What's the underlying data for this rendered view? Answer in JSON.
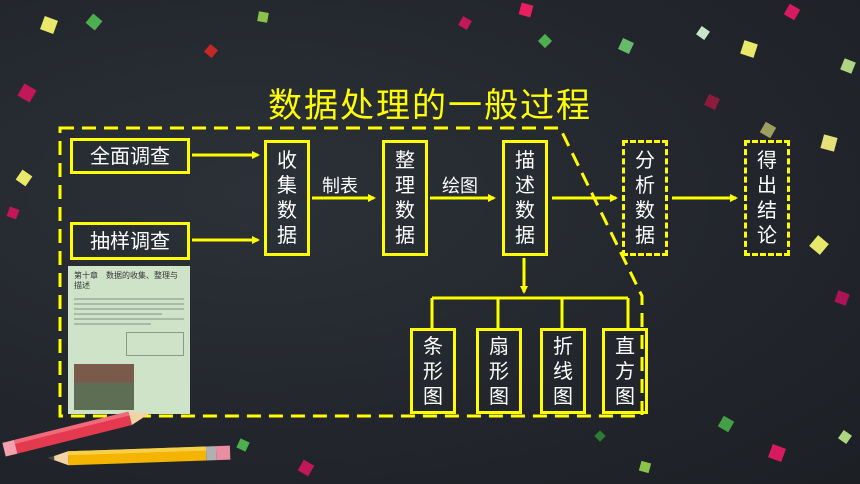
{
  "title": "数据处理的一般过程",
  "nodes": {
    "full_survey": "全面调查",
    "sample_survey": "抽样调查",
    "collect": "收集数据",
    "organize": "整理数据",
    "describe": "描述数据",
    "analyze": "分析数据",
    "conclude": "得出结论"
  },
  "edges": {
    "tabulate": "制表",
    "draw": "绘图"
  },
  "charts": {
    "bar": "条形图",
    "pie": "扇形图",
    "line": "折线图",
    "histogram": "直方图"
  },
  "book": {
    "heading": "第十章　数据的收集、整理与描述"
  },
  "colors": {
    "accent": "#ffff00",
    "background": "#22262c"
  }
}
